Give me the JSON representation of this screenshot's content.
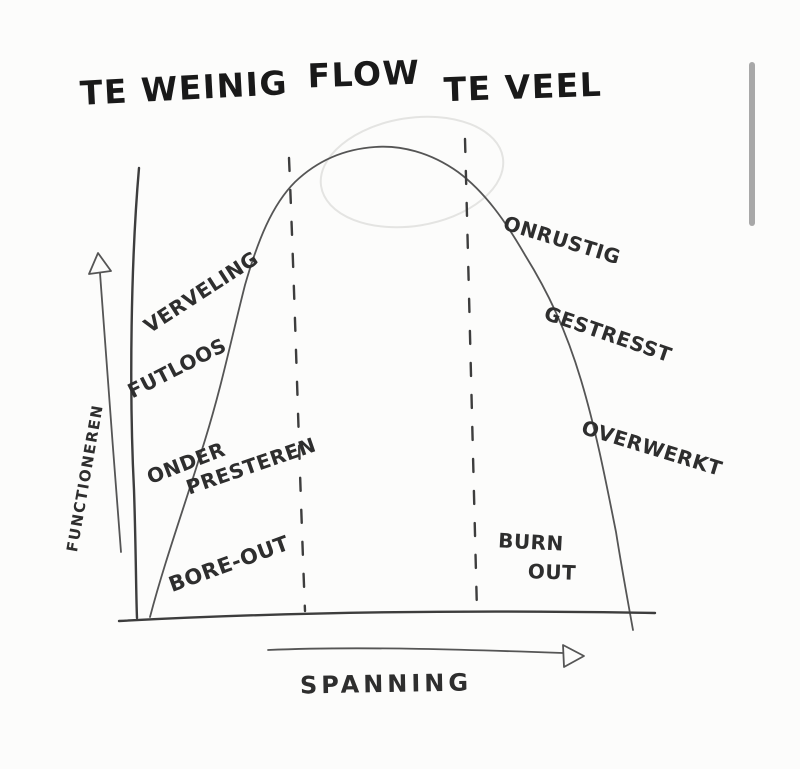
{
  "title_row": {
    "left": "TE WEINIG",
    "center": "FLOW",
    "right": "TE VEEL"
  },
  "axes": {
    "y_label": "FUNCTIONEREN",
    "x_label": "SPANNING"
  },
  "left_zone_labels": {
    "verveling": "VERVELING",
    "futloos": "FUTLOOS",
    "onder": "ONDER",
    "presteren": "PRESTEREN",
    "boreout": "BORE-OUT"
  },
  "right_zone_labels": {
    "onrustig": "ONRUSTIG",
    "gestresst": "GESTRESST",
    "overwerkt": "OVERWERKT",
    "burn": "BURN",
    "out": "OUT"
  },
  "colors": {
    "ink": "#2e2e2e",
    "title_ink": "#191919",
    "sketch_line": "#555555",
    "axis_line": "#3d3d3d",
    "faint_sketch": "#e4e4e2",
    "scrollbar_thumb": "#a8a8a8",
    "background": "#fcfcfb"
  }
}
